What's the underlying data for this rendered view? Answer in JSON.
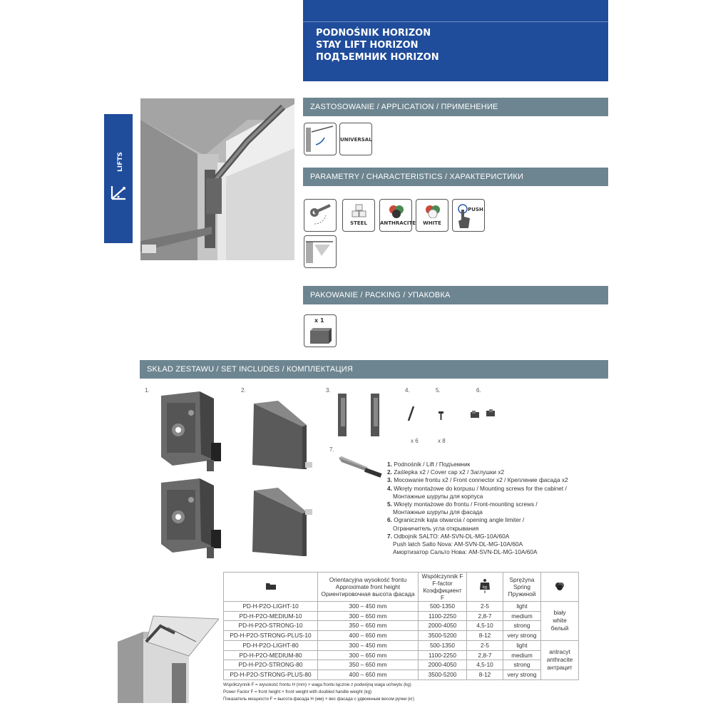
{
  "header": {
    "title_pl": "PODNOŚNIK HORIZON",
    "title_en": "STAY LIFT HORIZON",
    "title_ru": "ПОДЪЕМНИК HORIZON"
  },
  "side_tab": {
    "label": "LIFTS"
  },
  "sections": {
    "application": "ZASTOSOWANIE / APPLICATION / ПРИМЕНЕНИЕ",
    "characteristics": "PARAMETRY / CHARACTERISTICS / ХАРАКТЕРИСТИКИ",
    "packing": "PAKOWANIE / PACKING / УПАКОВКА",
    "set_includes": "SKŁAD ZESTAWU / SET INCLUDES / КОМПЛЕКТАЦИЯ"
  },
  "application_icons": {
    "universal": "UNIVERSAL"
  },
  "characteristics_icons": {
    "steel": "STEEL",
    "anthracite": "ANTHRACITE",
    "white": "WHITE",
    "push": "PUSH"
  },
  "packing": {
    "quantity": "x 1"
  },
  "parts": {
    "n1": "1.",
    "n2": "2.",
    "n3": "3.",
    "n4": "4.",
    "n5": "5.",
    "n6": "6.",
    "n7": "7.",
    "qty4": "x 6",
    "qty5": "x 8"
  },
  "set_list": [
    {
      "n": "1.",
      "t": "Podnośnik / Lift / Подъемник"
    },
    {
      "n": "2.",
      "t": "Zaślepka x2 / Cover cap x2 / Заглушки x2"
    },
    {
      "n": "3.",
      "t": "Mocowanie frontu x2 / Front connector x2 / Крепление фасада x2"
    },
    {
      "n": "4.",
      "t": "Wkręty montażowe do korpusu / Mounting screws for the cabinet /"
    },
    {
      "n": "",
      "t": "Монтажные шурупы для корпуса"
    },
    {
      "n": "5.",
      "t": "Wkręty montażowe do frontu / Front-mounting screws /"
    },
    {
      "n": "",
      "t": "Монтажные шурупы для фасада"
    },
    {
      "n": "6.",
      "t": "Ogranicznik kąta otwarcia / opening angle limiter /"
    },
    {
      "n": "",
      "t": "Ограничитель угла открывания"
    },
    {
      "n": "7.",
      "t": "Odbojnik SALTO: AM-SVN-DL-MG-10A/60A"
    },
    {
      "n": "",
      "t": "Push latch Salto Nova: AM-SVN-DL-MG-10A/60A"
    },
    {
      "n": "",
      "t": "Амортизатор Сальто Нова: AM-SVN-DL-MG-10A/60A"
    }
  ],
  "table": {
    "headers": {
      "front_height": [
        "Orientacyjna wysokość frontu",
        "Approximate front height",
        "Ориентировочная высота фасада"
      ],
      "f_factor": [
        "Współczynnik F",
        "F-factor",
        "Коэффициент F"
      ],
      "weight_unit": "kg",
      "spring": [
        "Sprężyna",
        "Spring",
        "Пружиной"
      ]
    },
    "rows": [
      {
        "code": "PD-H-P2O-LIGHT-10",
        "height": "300 – 450 mm",
        "f": "500-1350",
        "kg": "2-5",
        "spring": "light"
      },
      {
        "code": "PD-H-P2O-MEDIUM-10",
        "height": "300 – 650 mm",
        "f": "1100-2250",
        "kg": "2,8-7",
        "spring": "medium"
      },
      {
        "code": "PD-H-P2O-STRONG-10",
        "height": "350 – 650 mm",
        "f": "2000-4050",
        "kg": "4,5-10",
        "spring": "strong"
      },
      {
        "code": "PD-H-P2O-STRONG-PLUS-10",
        "height": "400 – 650 mm",
        "f": "3500-5200",
        "kg": "8-12",
        "spring": "very strong"
      },
      {
        "code": "PD-H-P2O-LIGHT-80",
        "height": "300 – 450 mm",
        "f": "500-1350",
        "kg": "2-5",
        "spring": "light"
      },
      {
        "code": "PD-H-P2O-MEDIUM-80",
        "height": "300 – 650 mm",
        "f": "1100-2250",
        "kg": "2,8-7",
        "spring": "medium"
      },
      {
        "code": "PD-H-P2O-STRONG-80",
        "height": "350 – 650 mm",
        "f": "2000-4050",
        "kg": "4,5-10",
        "spring": "strong"
      },
      {
        "code": "PD-H-P2O-STRONG-PLUS-80",
        "height": "400 – 650 mm",
        "f": "3500-5200",
        "kg": "8-12",
        "spring": "very strong"
      }
    ],
    "colors": {
      "group1": [
        "biały",
        "white",
        "белый"
      ],
      "group2": [
        "antracyt",
        "anthracite",
        "антрацит"
      ]
    }
  },
  "footnotes": [
    "Współczynnik F = wysokość frontu H (mm) × waga frontu łącznie z podwójną waga uchwytu (kg)",
    "Power Factor F = front height × front weight with doubled handle weight (kg)",
    "Показатель мощности F = высота фасада H (мм) × вес фасада с удвоенным весом ручки (кг)"
  ],
  "colors": {
    "brand_blue": "#1f4c9b",
    "section_bar": "#6d8590",
    "push_blue": "#2a5db0"
  }
}
